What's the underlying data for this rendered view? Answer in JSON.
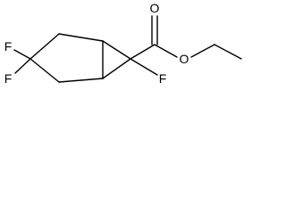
{
  "molecule": {
    "atoms": {
      "f_left_upper": "F",
      "f_left_lower": "F",
      "f_bridgehead": "F",
      "o_carbonyl": "O",
      "o_ester": "O"
    }
  },
  "colors": {
    "bond": "#000000",
    "background": "#ffffff"
  }
}
